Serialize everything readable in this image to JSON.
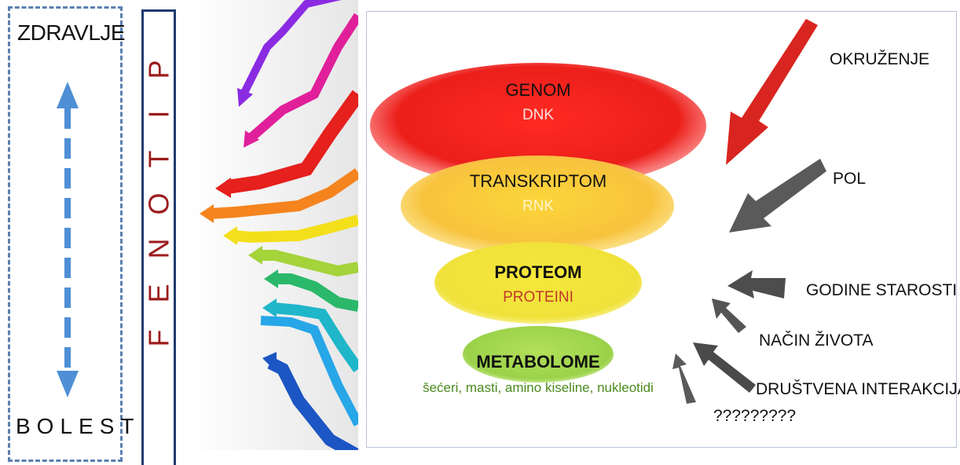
{
  "health_axis": {
    "top_label": "ZDRAVLJE",
    "bottom_label": "BOLEST"
  },
  "phenotype": {
    "letters": [
      "F",
      "E",
      "N",
      "O",
      "T",
      "I",
      "P"
    ]
  },
  "layers": [
    {
      "title": "GENOM",
      "subtitle": "DNK",
      "subtitle_color": "#ffe0e0"
    },
    {
      "title": "TRANSKRIPTOM",
      "subtitle": "RNK",
      "subtitle_color": "#fff4d0"
    },
    {
      "title": "PROTEOM",
      "subtitle": "PROTEINI",
      "subtitle_color": "#c0392b"
    },
    {
      "title": "METABOLOME",
      "subtitle": "šećeri, masti, amino kiseline, nukleotidi",
      "subtitle_color": "#4a8a1c"
    }
  ],
  "factors": {
    "environment": "OKRUŽENJE",
    "sex": "POL",
    "age": "GODINE STAROSTI",
    "lifestyle": "NAČIN ŽIVOTA",
    "social": "DRUŠTVENA INTERAKCIJA",
    "unknown": "?????????"
  },
  "colors": {
    "genome": "#e8211f",
    "transcriptome": "#f7b731",
    "proteome": "#f2e12a",
    "metabolome": "#9ad24c",
    "arrow_red": "#d9251f",
    "arrow_gray": "#555555"
  },
  "icons": [
    "double-headed-dashed-arrow-icon",
    "rainbow-arrows-graphic",
    "red-arrow-icon",
    "gray-arrow-icon"
  ]
}
